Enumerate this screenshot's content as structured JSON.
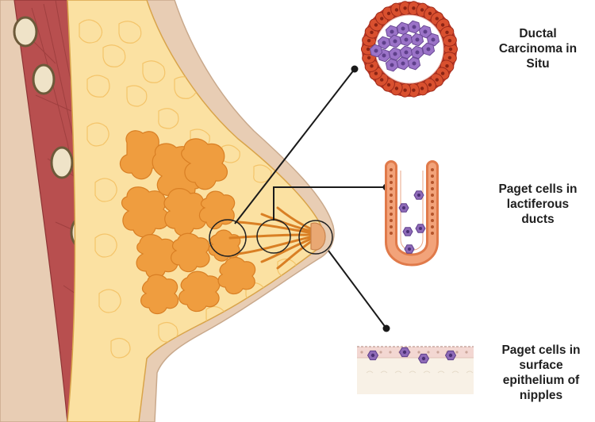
{
  "labels": {
    "dcis": [
      "Ductal",
      "Carcinoma in",
      "Situ"
    ],
    "ducts": [
      "Paget cells in",
      "lactiferous",
      "ducts"
    ],
    "surface": [
      "Paget cells in",
      "surface",
      "epithelium of",
      "nipples"
    ]
  },
  "colors": {
    "skin": "#e8cdb4",
    "skin_edge": "#c9a98c",
    "muscle": "#b84f4f",
    "muscle_dark": "#8e3535",
    "fat": "#fbe1a2",
    "fat_lobule": "#f8d788",
    "gland": "#ef9d3f",
    "gland_edge": "#d97f24",
    "rib": "#efe3c8",
    "rib_edge": "#6d5a3a",
    "duct_cell": "#d9502f",
    "duct_cell_outer": "#c0392b",
    "tumor_cell": "#9b73c8",
    "paget_cell": "#8e6ab8",
    "epithelium": "#f3d7d2",
    "dermis": "#f8f1e6",
    "callout_line": "#1a1a1a"
  },
  "icons": [
    "rib-icon",
    "duct-cross-section-icon",
    "lactiferous-duct-icon",
    "nipple-epithelium-icon",
    "magnifier-circle-icon"
  ]
}
